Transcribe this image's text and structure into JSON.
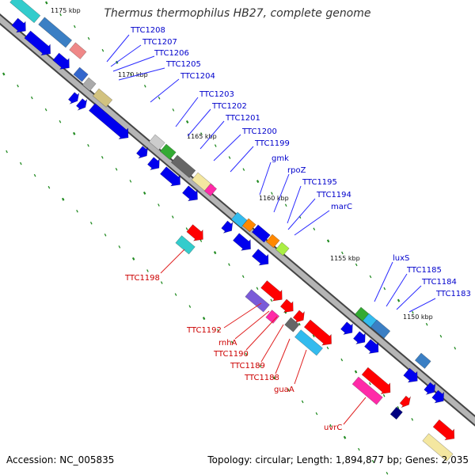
{
  "title": "Thermus thermophilus HB27, complete genome",
  "footer": {
    "accession": "Accession: NC_005835",
    "summary": "Topology: circular; Length: 1,894,877 bp; Genes: 2,035"
  },
  "colors": {
    "forward_strand": "#ff0000",
    "reverse_strand": "#0000ff",
    "label_forward": "#cc0000",
    "label_reverse": "#0000cc",
    "tick_marks": "#228b22",
    "backbone": "#808080"
  },
  "ruler": [
    {
      "label": "1175 kbp"
    },
    {
      "label": "1170 kbp"
    },
    {
      "label": "1165 kbp"
    },
    {
      "label": "1160 kbp"
    },
    {
      "label": "1155 kbp"
    },
    {
      "label": "1150 kbp"
    }
  ],
  "genes_top": [
    {
      "name": "TTC1208"
    },
    {
      "name": "TTC1207"
    },
    {
      "name": "TTC1206"
    },
    {
      "name": "TTC1205"
    },
    {
      "name": "TTC1204"
    },
    {
      "name": "TTC1203"
    },
    {
      "name": "TTC1202"
    },
    {
      "name": "TTC1201"
    },
    {
      "name": "TTC1200"
    },
    {
      "name": "TTC1199"
    },
    {
      "name": "gmk"
    },
    {
      "name": "rpoZ"
    },
    {
      "name": "TTC1195"
    },
    {
      "name": "TTC1194"
    },
    {
      "name": "marC"
    },
    {
      "name": "luxS"
    },
    {
      "name": "TTC1185"
    },
    {
      "name": "TTC1184"
    },
    {
      "name": "TTC1183"
    }
  ],
  "genes_bottom": [
    {
      "name": "TTC1198"
    },
    {
      "name": "TTC1192"
    },
    {
      "name": "rnhA"
    },
    {
      "name": "TTC1190"
    },
    {
      "name": "TTC1189"
    },
    {
      "name": "TTC1188"
    },
    {
      "name": "guaA"
    },
    {
      "name": "uvrC"
    }
  ]
}
